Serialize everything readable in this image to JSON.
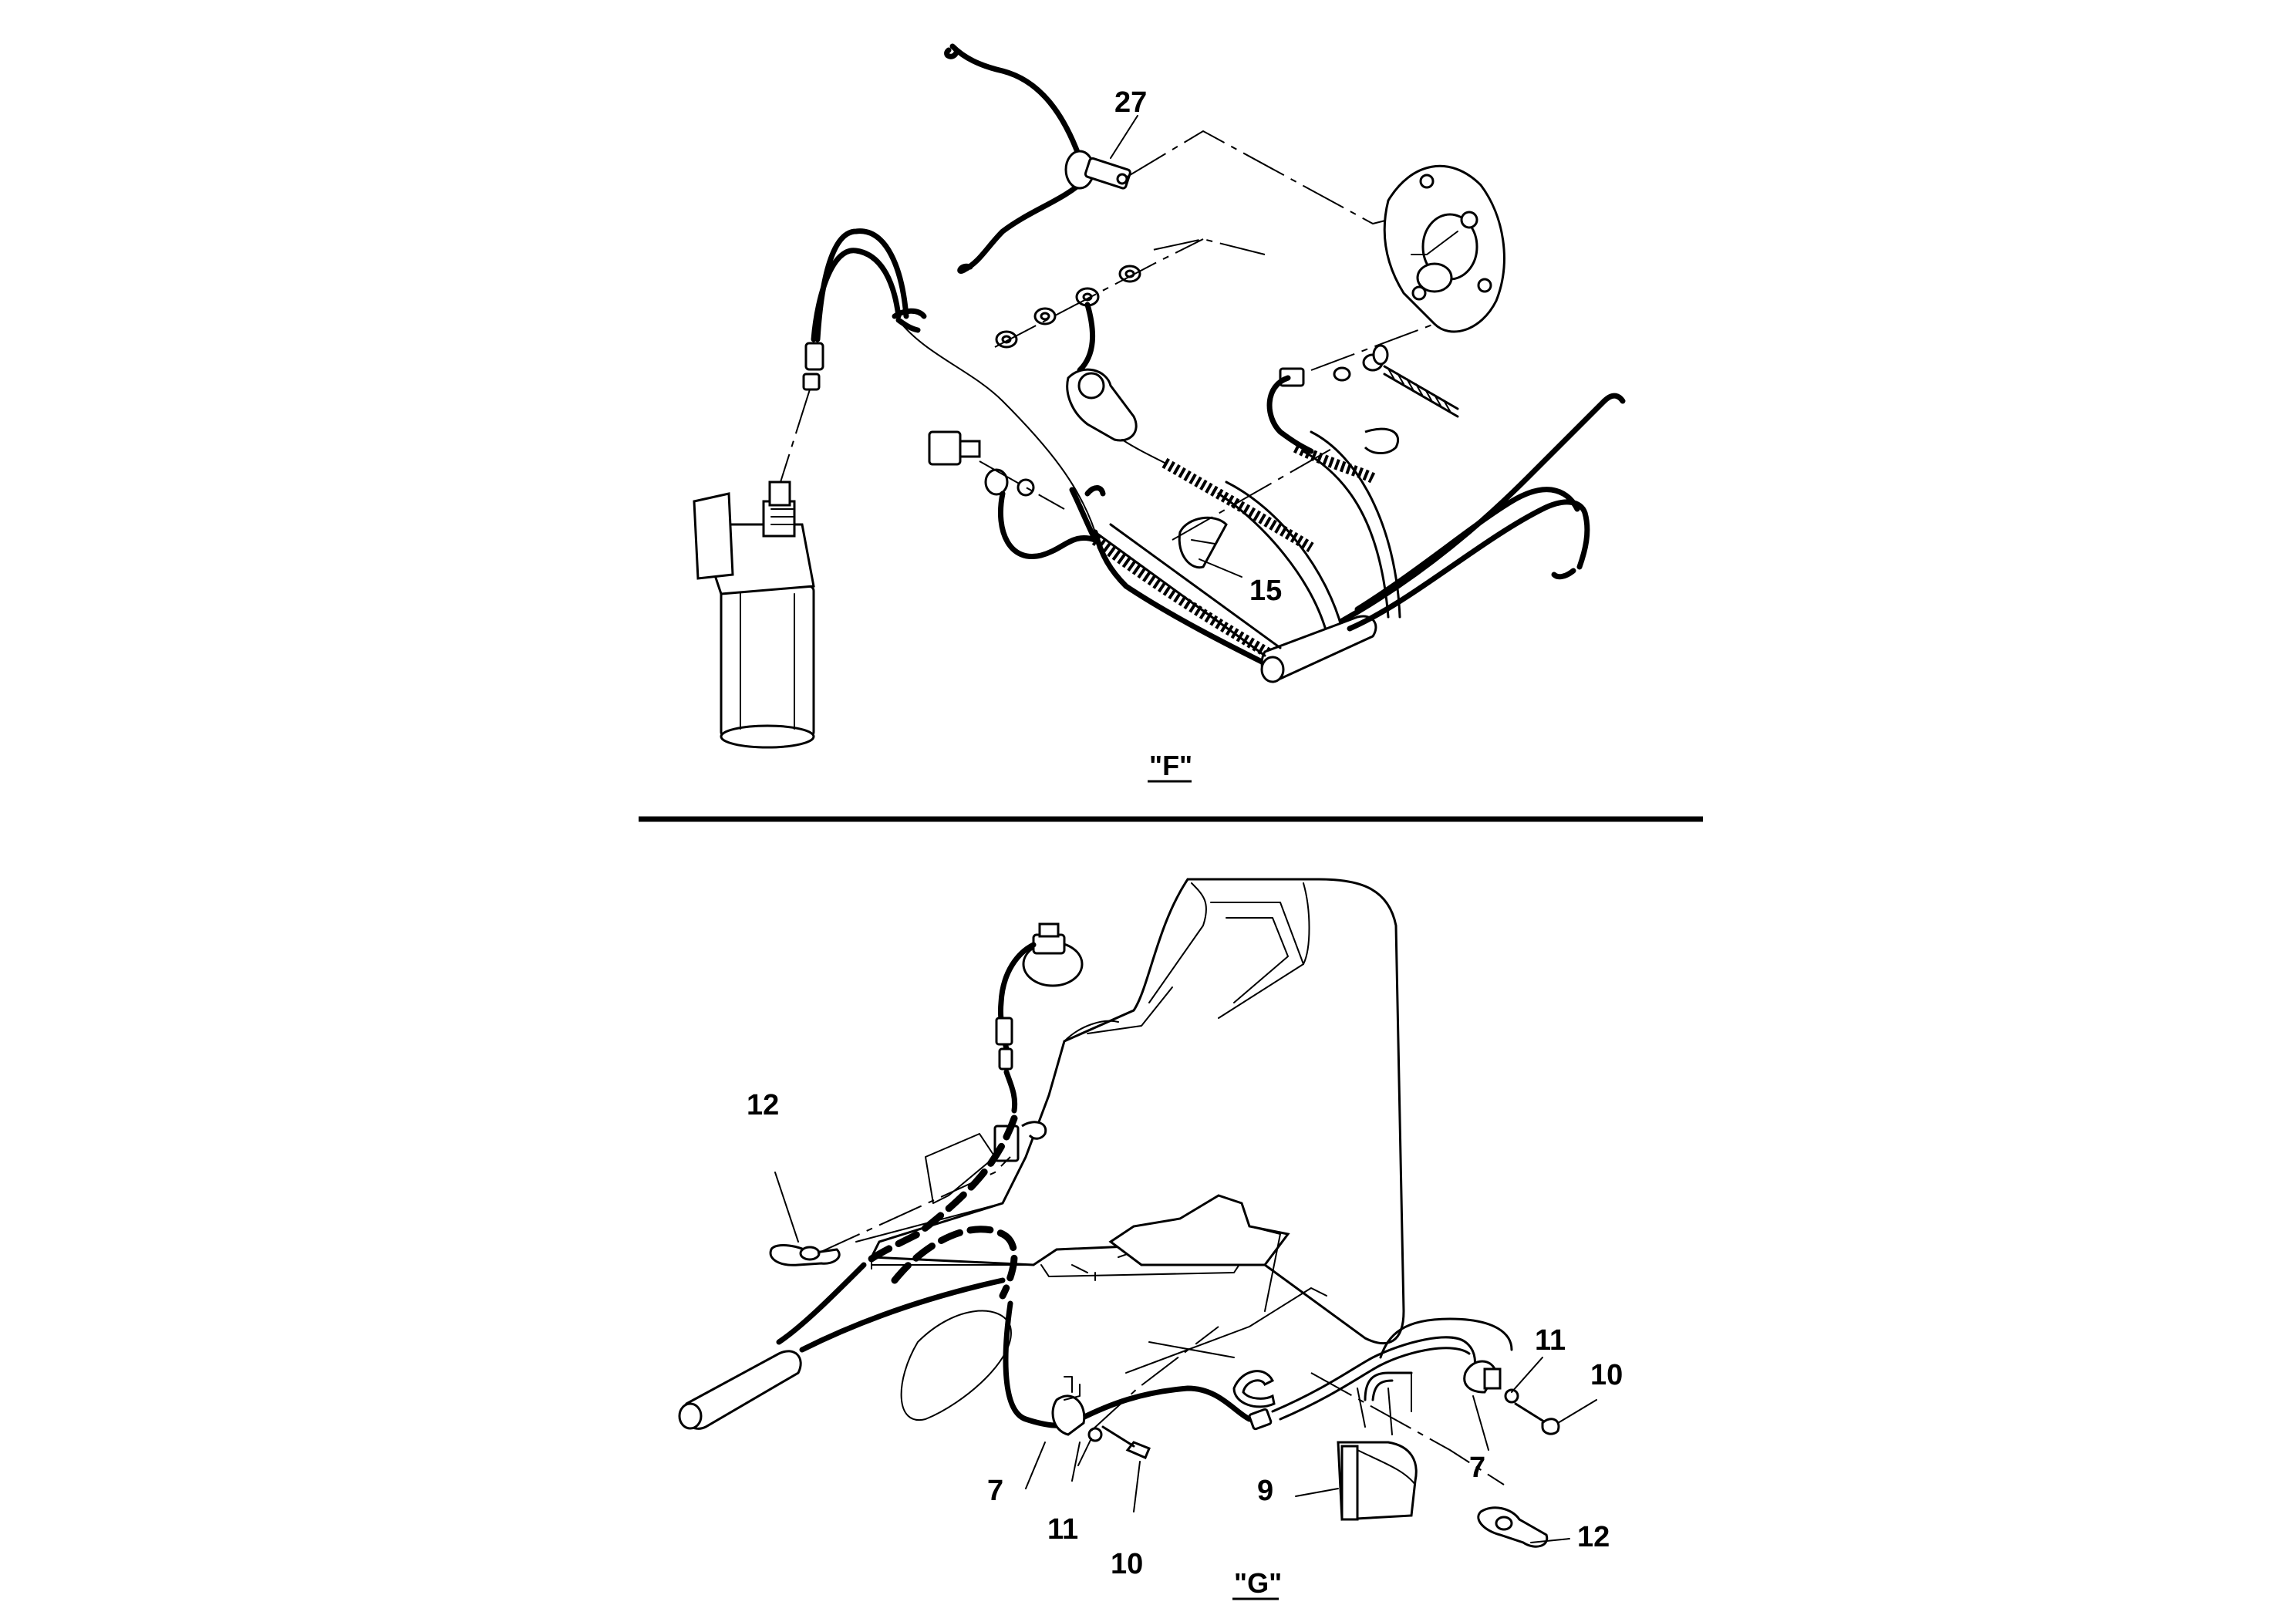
{
  "views": {
    "F": {
      "label": "\"F\""
    },
    "G": {
      "label": "\"G\""
    }
  },
  "callouts": {
    "c27": "27",
    "c15": "15",
    "g12_left": "12",
    "g7_left": "7",
    "g11_left": "11",
    "g10_left": "10",
    "g9": "9",
    "g11_right": "11",
    "g10_right": "10",
    "g7_right": "7",
    "g12_right": "12"
  }
}
